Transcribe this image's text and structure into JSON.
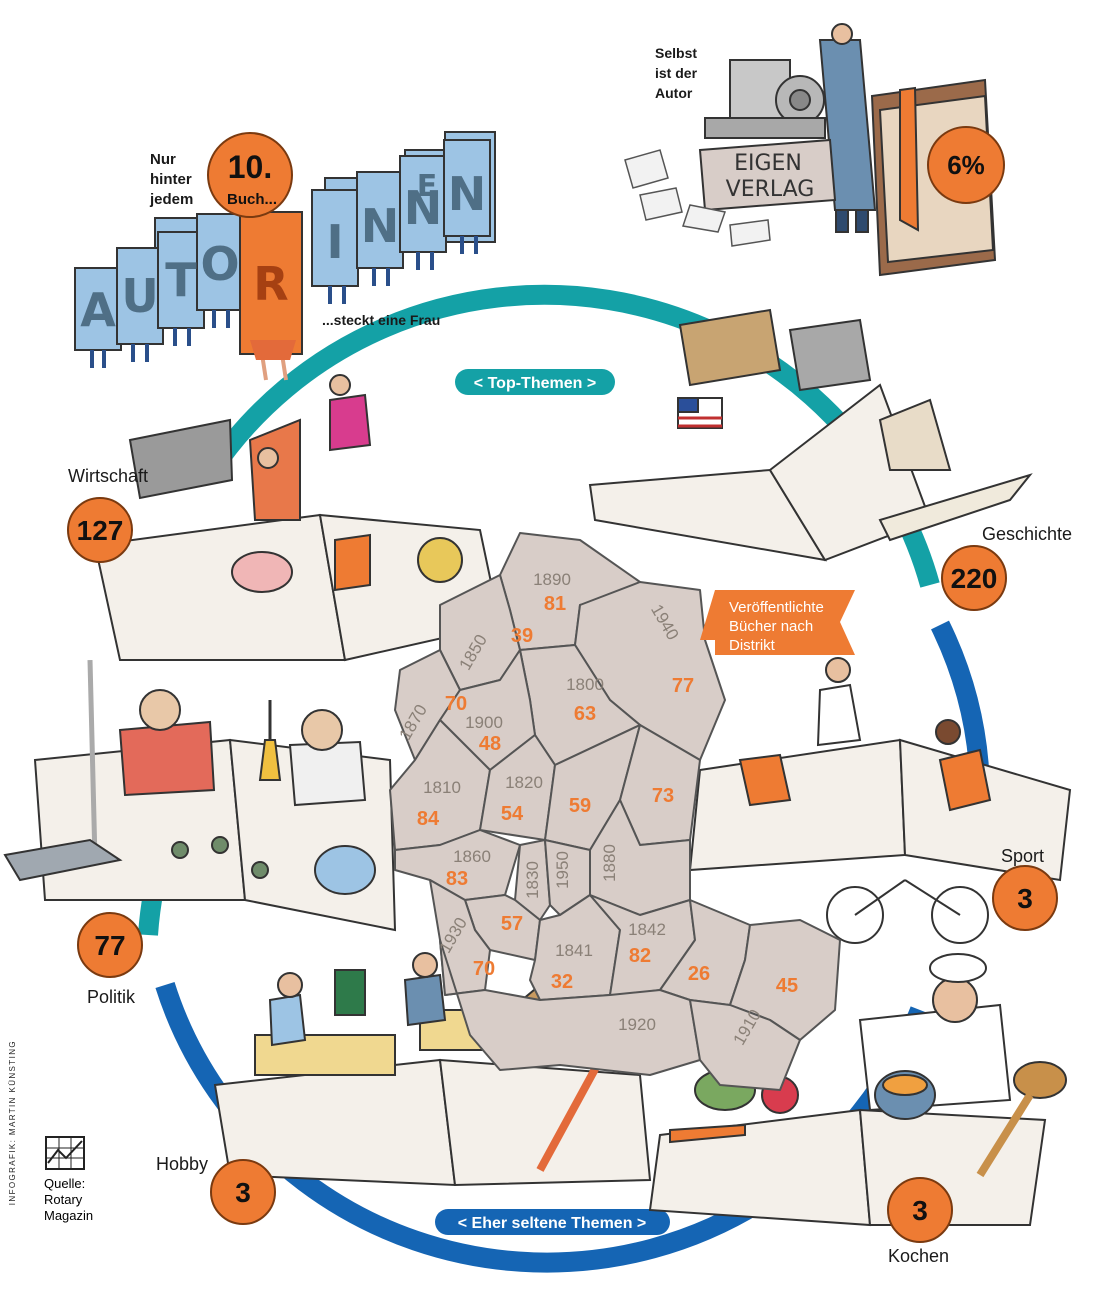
{
  "intro": {
    "line1": "Nur",
    "line2": "hinter",
    "line3": "jedem",
    "rank": "10.",
    "buch": "Buch...",
    "suffix": "...steckt eine Frau",
    "letters": [
      "A",
      "U",
      "T",
      "O",
      "R",
      "I",
      "N",
      "N",
      "E",
      "N"
    ]
  },
  "self_publish": {
    "line1": "Selbst",
    "line2": "ist der",
    "line3": "Autor",
    "sign_line1": "EIGEN",
    "sign_line2": "VERLAG",
    "value": "6%"
  },
  "ring": {
    "top_label": "< Top-Themen >",
    "bottom_label": "< Eher seltene Themen >"
  },
  "categories": [
    {
      "name": "Wirtschaft",
      "value": "127"
    },
    {
      "name": "Geschichte",
      "value": "220"
    },
    {
      "name": "Politik",
      "value": "77"
    },
    {
      "name": "Sport",
      "value": "3"
    },
    {
      "name": "Hobby",
      "value": "3"
    },
    {
      "name": "Kochen",
      "value": "3"
    }
  ],
  "map": {
    "flag_line1": "Veröffentlichte",
    "flag_line2": "Bücher nach",
    "flag_line3": "Distrikt",
    "districts": [
      {
        "id": "1890",
        "value": "81"
      },
      {
        "id": "1850",
        "value": "39"
      },
      {
        "id": "1940",
        "value": "77"
      },
      {
        "id": "1800",
        "value": "63"
      },
      {
        "id": "1870",
        "value": "70"
      },
      {
        "id": "1900",
        "value": "48"
      },
      {
        "id": "1810",
        "value": "84"
      },
      {
        "id": "1820",
        "value": "54"
      },
      {
        "id": "",
        "value": "59"
      },
      {
        "id": "",
        "value": "73"
      },
      {
        "id": "1860",
        "value": "83"
      },
      {
        "id": "1830",
        "value": ""
      },
      {
        "id": "1950",
        "value": ""
      },
      {
        "id": "1880",
        "value": ""
      },
      {
        "id": "",
        "value": "57"
      },
      {
        "id": "1930",
        "value": "70"
      },
      {
        "id": "1841",
        "value": "32"
      },
      {
        "id": "1842",
        "value": "82"
      },
      {
        "id": "",
        "value": "26"
      },
      {
        "id": "",
        "value": "45"
      },
      {
        "id": "1920",
        "value": ""
      },
      {
        "id": "1910",
        "value": ""
      }
    ]
  },
  "credit": "INFOGRAFIK: MARTIN KÜNSTING",
  "source": {
    "line1": "Quelle:",
    "line2": "Rotary",
    "line3": "Magazin"
  },
  "colors": {
    "accent": "#ee7b33",
    "map_fill": "#d8cdc8",
    "map_stroke": "#555555",
    "ring_top": "#14a1a6",
    "ring_bottom": "#1565b4",
    "book_blue": "#9dc4e4",
    "ink": "#1a1a1a"
  }
}
